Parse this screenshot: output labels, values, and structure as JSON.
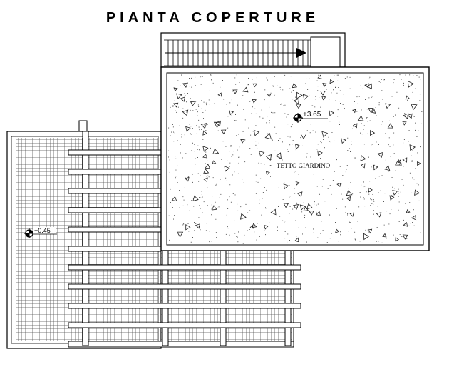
{
  "title": "PIANTA COPERTURE",
  "labels": {
    "upper_roof_elevation": "+3.65",
    "lower_roof_elevation": "+0.45",
    "garden_roof": "TETTO GIARDINO"
  },
  "colors": {
    "ink": "#000000",
    "hatch": "#555555",
    "paper": "#ffffff"
  },
  "icons": {
    "level_marker": "crosshair-circle-level-icon",
    "stair_direction": "arrow-right-icon"
  }
}
